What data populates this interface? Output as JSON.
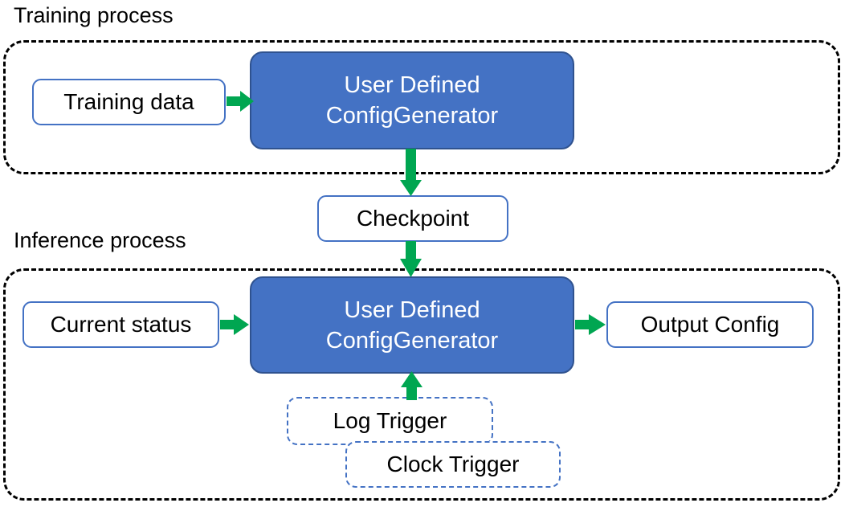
{
  "diagram": {
    "title_training": "Training process",
    "title_inference": "Inference process",
    "accent_blue": "#4472C4",
    "accent_blue_dark": "#2F528F",
    "accent_green": "#00B050",
    "container_border": "#000000",
    "background": "#ffffff"
  },
  "training": {
    "caption": "Training process",
    "nodes": {
      "training_data": "Training data",
      "generator_line1": "User Defined",
      "generator_line2": "ConfigGenerator"
    }
  },
  "bridge": {
    "checkpoint": "Checkpoint"
  },
  "inference": {
    "caption": "Inference process",
    "nodes": {
      "current_status": "Current status",
      "generator_line1": "User Defined",
      "generator_line2": "ConfigGenerator",
      "output_config": "Output Config",
      "log_trigger": "Log Trigger",
      "clock_trigger": "Clock Trigger"
    }
  },
  "edges": [
    {
      "from": "Training data",
      "to": "User Defined ConfigGenerator (training)",
      "direction": "right"
    },
    {
      "from": "User Defined ConfigGenerator (training)",
      "to": "Checkpoint",
      "direction": "down"
    },
    {
      "from": "Checkpoint",
      "to": "User Defined ConfigGenerator (inference)",
      "direction": "down"
    },
    {
      "from": "Current status",
      "to": "User Defined ConfigGenerator (inference)",
      "direction": "right"
    },
    {
      "from": "User Defined ConfigGenerator (inference)",
      "to": "Output Config",
      "direction": "right"
    },
    {
      "from": "Log Trigger / Clock Trigger",
      "to": "User Defined ConfigGenerator (inference)",
      "direction": "up"
    }
  ]
}
